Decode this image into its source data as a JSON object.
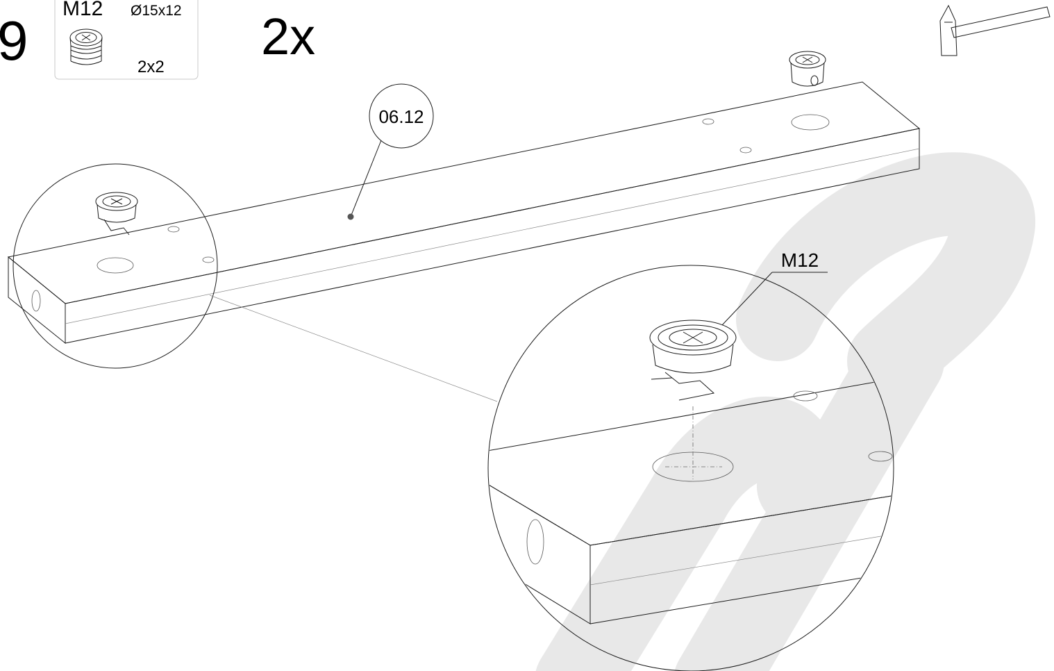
{
  "step": {
    "number": "9",
    "quantity": "2x"
  },
  "part_box": {
    "code": "M12",
    "size": "Ø15x12",
    "count": "2x2"
  },
  "labels": {
    "panel_callout": "06.12",
    "hardware_callout": "M12"
  },
  "icons": {
    "tool": "hammer-icon",
    "fitting": "cam-lock-fitting-icon"
  },
  "watermark": {
    "color": "#e8e8e8"
  }
}
